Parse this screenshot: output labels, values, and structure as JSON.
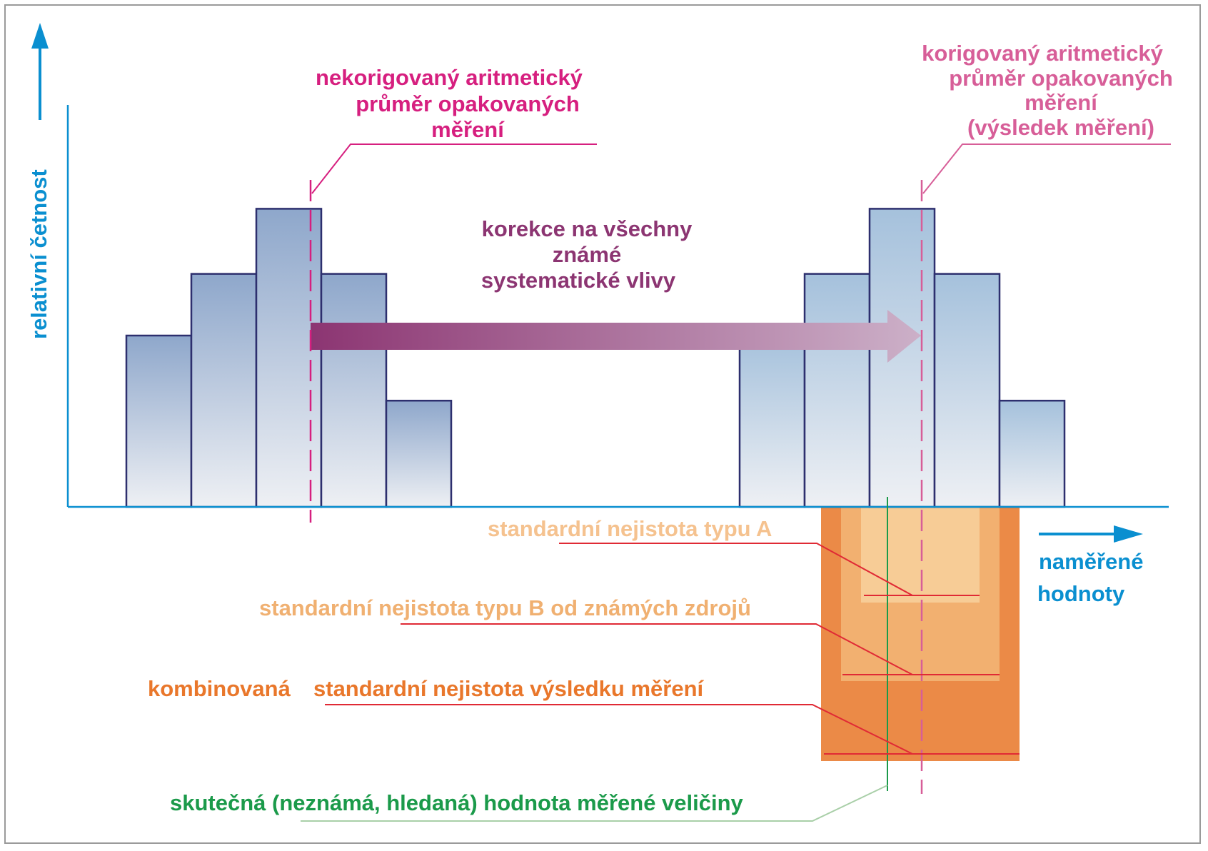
{
  "colors": {
    "axis": "#0a8fd0",
    "bar_stroke": "#2d2f6e",
    "magenta": "#d61f7f",
    "pink": "#d75e98",
    "purple": "#8c3572",
    "orange_dark": "#eb8a47",
    "orange_mid": "#f2b070",
    "orange_light": "#f7cc96",
    "red_line": "#e02a35",
    "green": "#1b9a4a"
  },
  "axes": {
    "y_label": "relativní četnost",
    "x_label_line1": "naměřené",
    "x_label_line2": "hodnoty"
  },
  "histograms": {
    "uncorrected_frequencies": [
      0.5,
      0.68,
      0.87,
      0.68,
      0.31
    ],
    "corrected_frequencies": [
      0.5,
      0.68,
      0.87,
      0.68,
      0.31
    ]
  },
  "labels": {
    "uncorrected_mean": [
      "nekorigovaný aritmetický",
      "průměr opakovaných",
      "měření"
    ],
    "corrected_mean": [
      "korigovaný aritmetický",
      "průměr opakovaných",
      "měření",
      "(výsledek měření)"
    ],
    "correction": [
      "korekce na všechny",
      "známé",
      "systematické vlivy"
    ],
    "uncertainty_a": "standardní nejistota typu A",
    "uncertainty_b": "standardní nejistota typu B od známých zdrojů",
    "combined_uncertainty_part1": "kombinovaná",
    "combined_uncertainty_part2": "standardní nejistota výsledku měření",
    "true_value": "skutečná (neznámá, hledaná) hodnota měřené veličiny"
  }
}
